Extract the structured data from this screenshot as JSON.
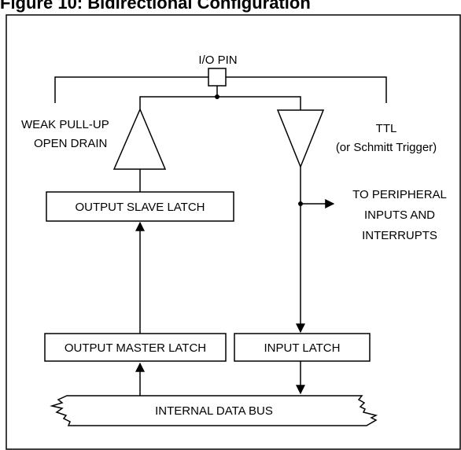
{
  "figure": {
    "title": "Figure 10: Bidirectional Configuration"
  },
  "labels": {
    "io_pin": "I/O PIN",
    "weak_pull_up": "WEAK PULL-UP",
    "open_drain": "OPEN DRAIN",
    "ttl": "TTL",
    "schmitt": "(or Schmitt Trigger)",
    "to_peripheral_1": "TO PERIPHERAL",
    "to_peripheral_2": "INPUTS AND",
    "to_peripheral_3": "INTERRUPTS"
  },
  "blocks": {
    "output_slave_latch": "OUTPUT SLAVE LATCH",
    "output_master_latch": "OUTPUT MASTER LATCH",
    "input_latch": "INPUT LATCH",
    "internal_data_bus": "INTERNAL DATA BUS"
  }
}
